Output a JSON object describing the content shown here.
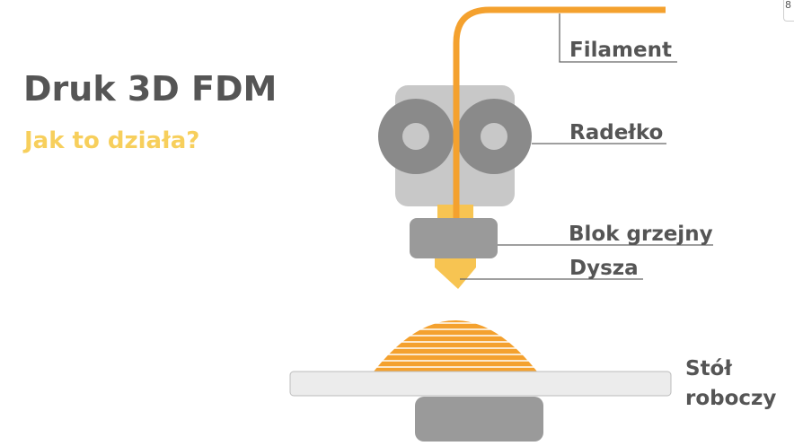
{
  "page": {
    "title": "Druk 3D FDM",
    "subtitle": "Jak to działa?"
  },
  "diagram": {
    "labels": {
      "filament": "Filament",
      "drive_gear": "Radełko",
      "heater_block": "Blok grzejny",
      "nozzle": "Dysza",
      "print_bed_line1": "Stół",
      "print_bed_line2": "roboczy"
    }
  },
  "colors": {
    "filament": "#f4a12e",
    "filament_light": "#f7c452",
    "body_gray": "#c8c8c8",
    "dark_gray": "#8a8a8a",
    "mid_gray": "#9a9a9a",
    "bed": "#ececec",
    "label": "#555555",
    "title": "#555555",
    "subtitle": "#f7cf5c"
  },
  "edge_icon": {
    "name": "edge-scroll-icon",
    "glyph": "8"
  }
}
